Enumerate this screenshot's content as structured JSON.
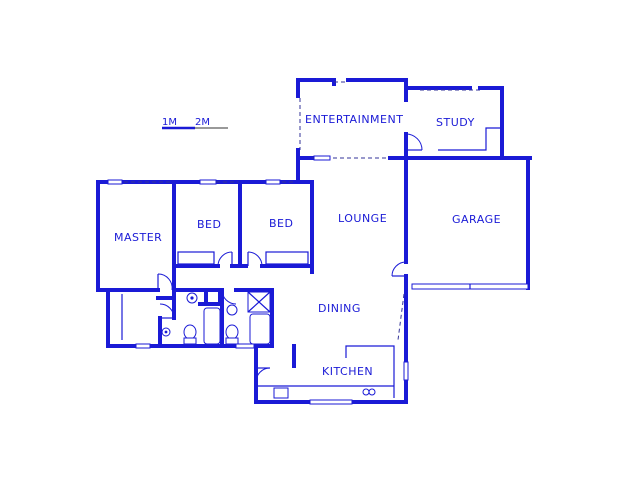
{
  "rooms": {
    "entertainment": "ENTERTAINMENT",
    "study": "STUDY",
    "master": "MASTER",
    "bed1": "BED",
    "bed2": "BED",
    "lounge": "LOUNGE",
    "garage": "GARAGE",
    "dining": "DINING",
    "kitchen": "KITCHEN"
  },
  "scale": {
    "label_1m": "1M",
    "label_2m": "2M"
  },
  "colors": {
    "wall": "#1a1ad6",
    "background": "#ffffff"
  }
}
